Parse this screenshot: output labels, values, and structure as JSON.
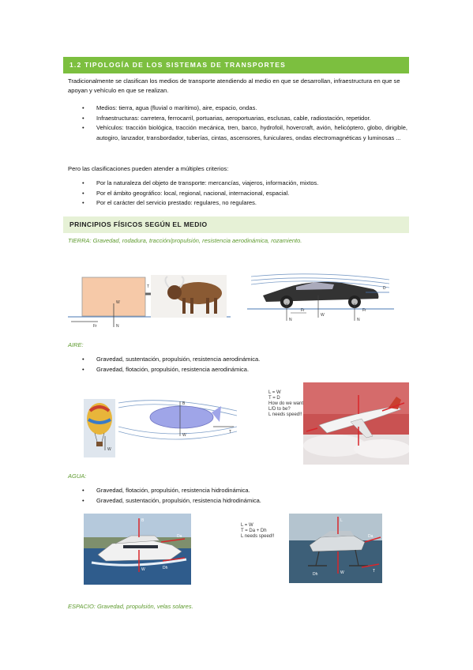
{
  "header": {
    "title": "1.2 TIPOLOGÍA DE LOS SISTEMAS DE TRANSPORTES"
  },
  "intro": "Tradicionalmente se clasifican los medios de transporte atendiendo al medio en que se desarrollan, infraestructura en que se apoyan y vehículo en que se realizan.",
  "list1": [
    "Medios: tierra, agua (fluvial o marítimo), aire, espacio, ondas.",
    "Infraestructuras: carretera, ferrocarril, portuarias, aeroportuarias, esclusas, cable, radiostación, repetidor.",
    "Vehículos: tracción biológica, tracción mecánica, tren, barco, hydrofoil, hovercraft, avión, helicóptero, globo, dirigible, autogiro, lanzador, transbordador, tuberías, cintas, ascensores, funiculares, ondas electromagnéticas y luminosas ..."
  ],
  "criteria_intro": "Pero las clasificaciones pueden atender a múltiples criterios:",
  "list2": [
    "Por la naturaleza del objeto de transporte: mercancías, viajeros, información, mixtos.",
    "Por el ámbito geográfico: local, regional, nacional, internacional, espacial.",
    "Por el carácter del servicio prestado: regulares, no regulares."
  ],
  "section2": {
    "title": "PRINCIPIOS FÍSICOS SEGÚN EL MEDIO"
  },
  "tierra": "TIERRA: Gravedad, rodadura, tracción/propulsión, resistencia aerodinámica, rozamiento.",
  "aire": {
    "label": "AIRE:",
    "items": [
      "Gravedad, sustentación, propulsión, resistencia aerodinámica.",
      "Gravedad, flotación, propulsión, resistencia aerodinámica."
    ]
  },
  "agua": {
    "label": "AGUA:",
    "items": [
      "Gravedad, flotación, propulsión, resistencia hidrodinámica.",
      "Gravedad, sustentación, propulsión, resistencia hidrodinámica."
    ]
  },
  "espacio": "ESPACIO: Gravedad, propulsión, velas solares.",
  "fig_labels": {
    "T": "T",
    "W": "W",
    "N": "N",
    "Fr": "Fr",
    "D": "D",
    "B": "B",
    "L": "L",
    "Da": "Da",
    "Dh": "Dh",
    "plane_note": [
      "L = W",
      "T = D",
      "How do we want",
      "L/D to be?",
      "L needs speed!!"
    ],
    "hydro_note": [
      "L = W",
      "T = Da + Dh",
      "L needs speed!!"
    ]
  },
  "colors": {
    "accent": "#7cbf3f",
    "accent_light": "#e6f1d6",
    "italic_green": "#5d9a2d",
    "arrow_red": "#d8262b"
  }
}
